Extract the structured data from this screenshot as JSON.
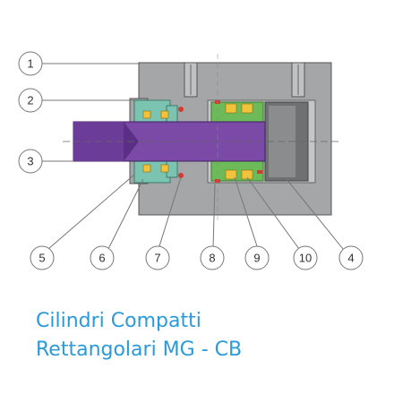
{
  "callouts": {
    "c1": "1",
    "c2": "2",
    "c3": "3",
    "c4": "4",
    "c5": "5",
    "c6": "6",
    "c7": "7",
    "c8": "8",
    "c9": "9",
    "c10": "10"
  },
  "caption": {
    "line1": "Cilindri Compatti",
    "line2": "Rettangolari MG - CB"
  },
  "colors": {
    "body": "#a4a6a8",
    "rod": "#7a4aa6",
    "seal_green": "#6cba58",
    "gland_teal": "#7cc4b2",
    "seal_yellow": "#f0c33a",
    "oring_red": "#d23a32",
    "caption": "#2b9ad8"
  }
}
